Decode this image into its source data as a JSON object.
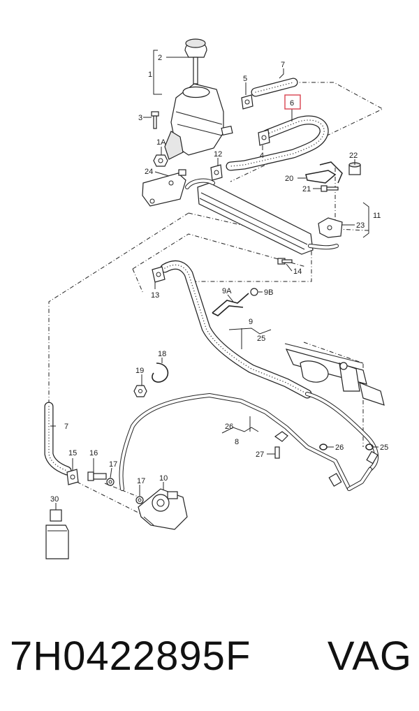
{
  "callouts": {
    "c1": "1",
    "c2_top": "2",
    "c3": "3",
    "c1A": "1A",
    "c24": "24",
    "c5": "5",
    "c7_top": "7",
    "c6": "6",
    "c4": "4",
    "c12": "12",
    "c22": "22",
    "c20": "20",
    "c21": "21",
    "c11": "11",
    "c23": "23",
    "c14": "14",
    "c13": "13",
    "c9A": "9A",
    "c9B": "9B",
    "c9": "9",
    "c25_top": "25",
    "c18": "18",
    "c19": "19",
    "c7_bottom": "7",
    "c26_mid": "26",
    "c8": "8",
    "c26_right": "26",
    "c25_right": "25",
    "c27": "27",
    "c15": "15",
    "c16": "16",
    "c17_upper": "17",
    "c17_lower": "17",
    "c10": "10",
    "c30": "30"
  },
  "footer": {
    "part_number": "7H0422895F",
    "brand": "VAG"
  },
  "colors": {
    "highlight": "#d9434f",
    "line": "#222222",
    "hose_dots": "#444444",
    "background": "#ffffff"
  }
}
